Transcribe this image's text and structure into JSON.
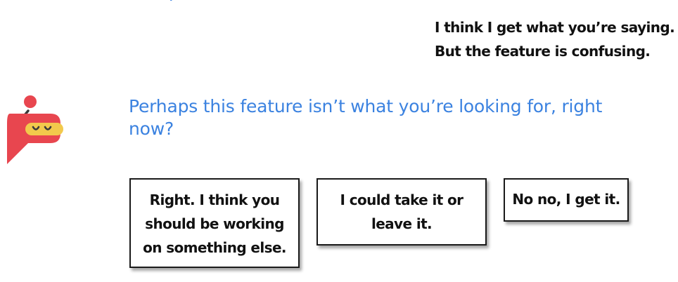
{
  "chat": {
    "user_message": {
      "line1": "I think I get what you’re saying.",
      "line2": "But the feature is confusing."
    },
    "bot_message": "Perhaps this feature isn’t what you’re looking for, right now?",
    "bot_avatar_icon": "robot-speech-bubble-icon",
    "replies": [
      {
        "line1": "Right. I think you",
        "line2": "should be working",
        "line3": "on something else."
      },
      {
        "line1": "I could take it or",
        "line2": "leave it."
      },
      {
        "line1": "No no, I get it."
      }
    ]
  },
  "colors": {
    "bot_text": "#3b82e0",
    "bot_body": "#e8464f",
    "bot_visor": "#f2c94c",
    "user_text": "#111111",
    "button_border": "#1a1a1a"
  }
}
